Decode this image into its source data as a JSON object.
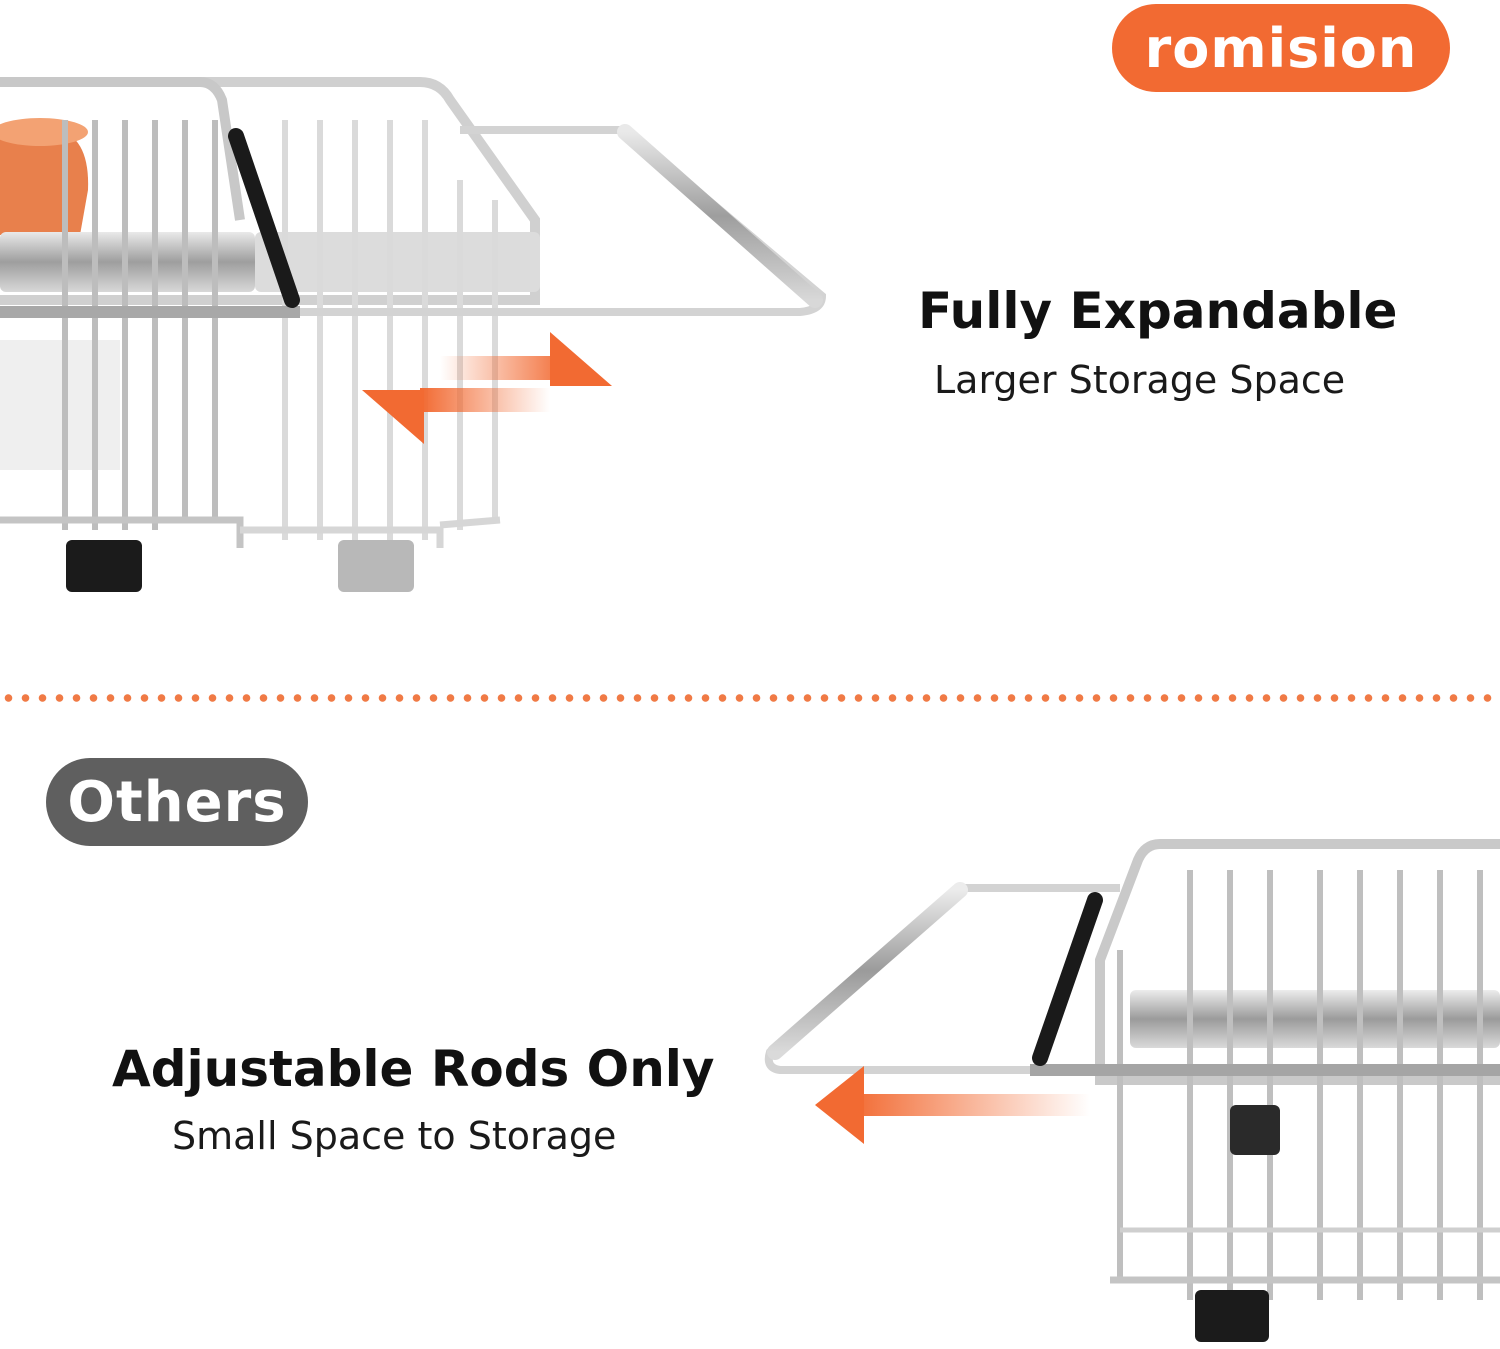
{
  "brand": {
    "name": "romision"
  },
  "comparison": {
    "ours": {
      "title": "Fully Expandable",
      "subtitle": "Larger Storage Space"
    },
    "others": {
      "label": "Others",
      "title": "Adjustable Rods Only",
      "subtitle": "Small Space to Storage"
    }
  },
  "colors": {
    "accent_orange": "#f26a32",
    "badge_gray": "#5f5f5f",
    "divider_dots": "#f07a45",
    "steel": "#b9b9b9",
    "text_dark": "#111111"
  },
  "icons": {
    "expand_arrows": "double-arrow-left-right",
    "retract_arrow": "arrow-left"
  }
}
